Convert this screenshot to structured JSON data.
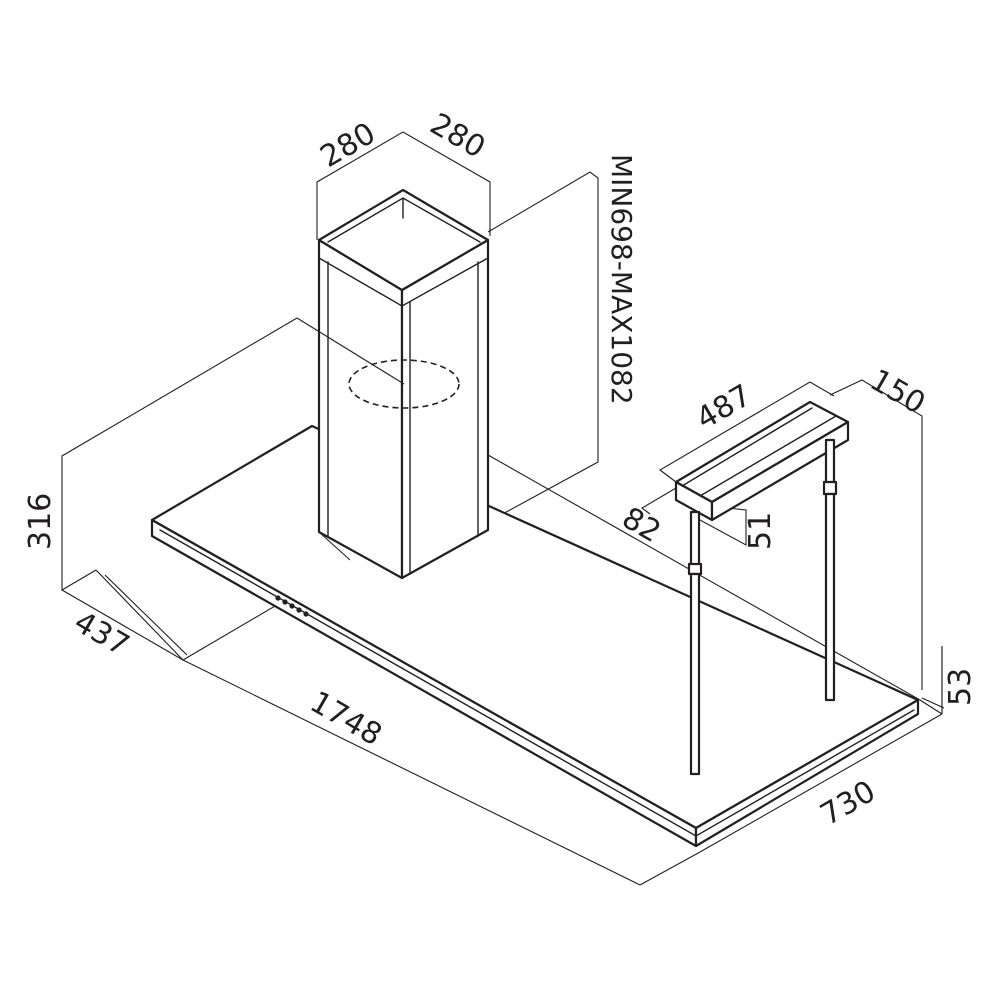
{
  "dimensions": {
    "chimney_width_left": "280",
    "chimney_width_right": "280",
    "chimney_height_range": "MIN698-MAX1082",
    "rail_length": "487",
    "rail_width": "150",
    "rail_depth": "82",
    "rail_height": "51",
    "hood_height": "316",
    "chimney_offset": "437",
    "hood_length": "1748",
    "hood_depth": "730",
    "panel_thickness": "53"
  },
  "colors": {
    "line": "#231f20",
    "background": "#ffffff"
  }
}
